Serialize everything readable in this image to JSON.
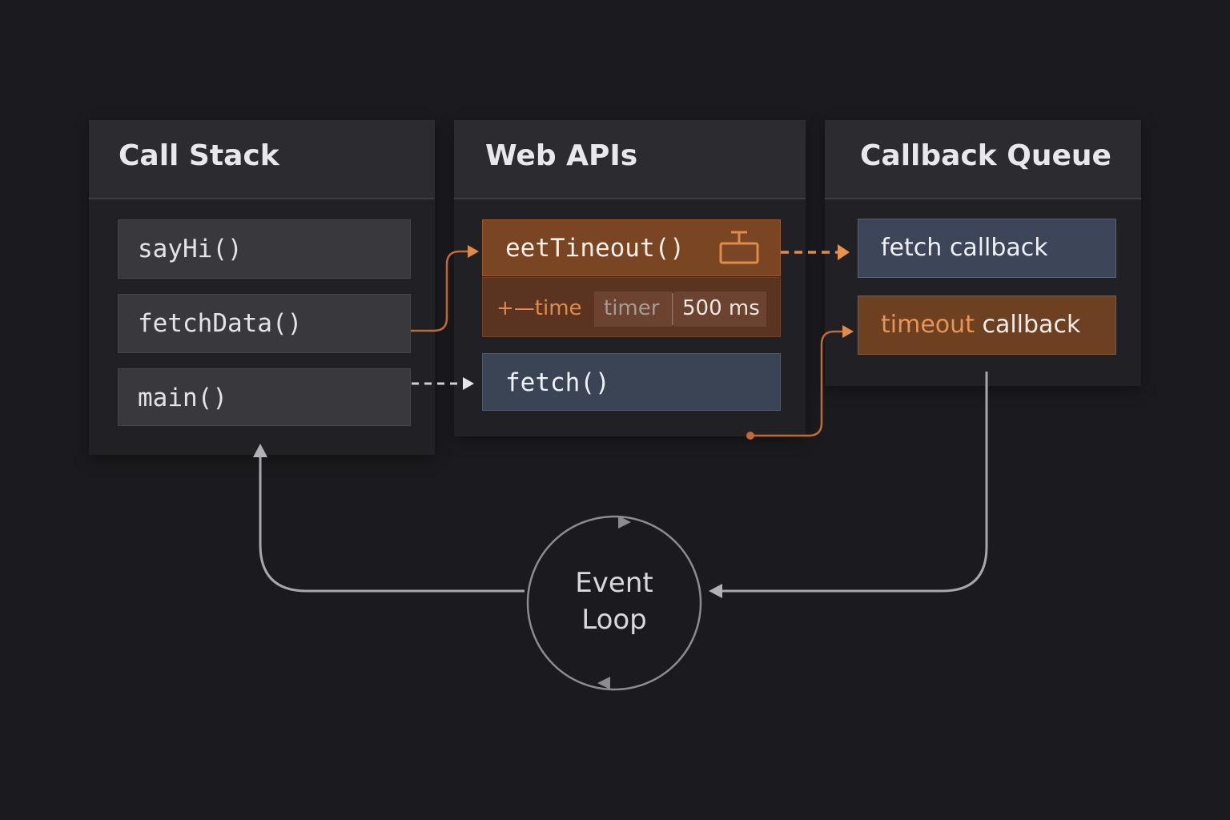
{
  "columns": {
    "call_stack": {
      "title": "Call Stack",
      "items": [
        "sayHi()",
        "fetchData()",
        "main()"
      ]
    },
    "web_apis": {
      "title": "Web APIs",
      "timeout_block": {
        "label": "eetTineout()",
        "icon": "timer-icon",
        "time_label": "+—time",
        "timer_label": "timer",
        "duration": "500 ms"
      },
      "fetch_block": {
        "label": "fetch()"
      }
    },
    "callback_queue": {
      "title": "Callback Queue",
      "fetch_callback": "fetch callback",
      "timeout_callback": {
        "word1": "timeout",
        "word2": "callback"
      }
    }
  },
  "event_loop": {
    "line1": "Event",
    "line2": "Loop"
  },
  "colors": {
    "background": "#1b1b1f",
    "panel": "#212125",
    "panel_header": "#2b2b30",
    "orange_accent": "#e08a4c",
    "orange_block": "#7a4522",
    "blue_block": "#3a4454",
    "neutral_arrow": "#a8a8ac"
  }
}
